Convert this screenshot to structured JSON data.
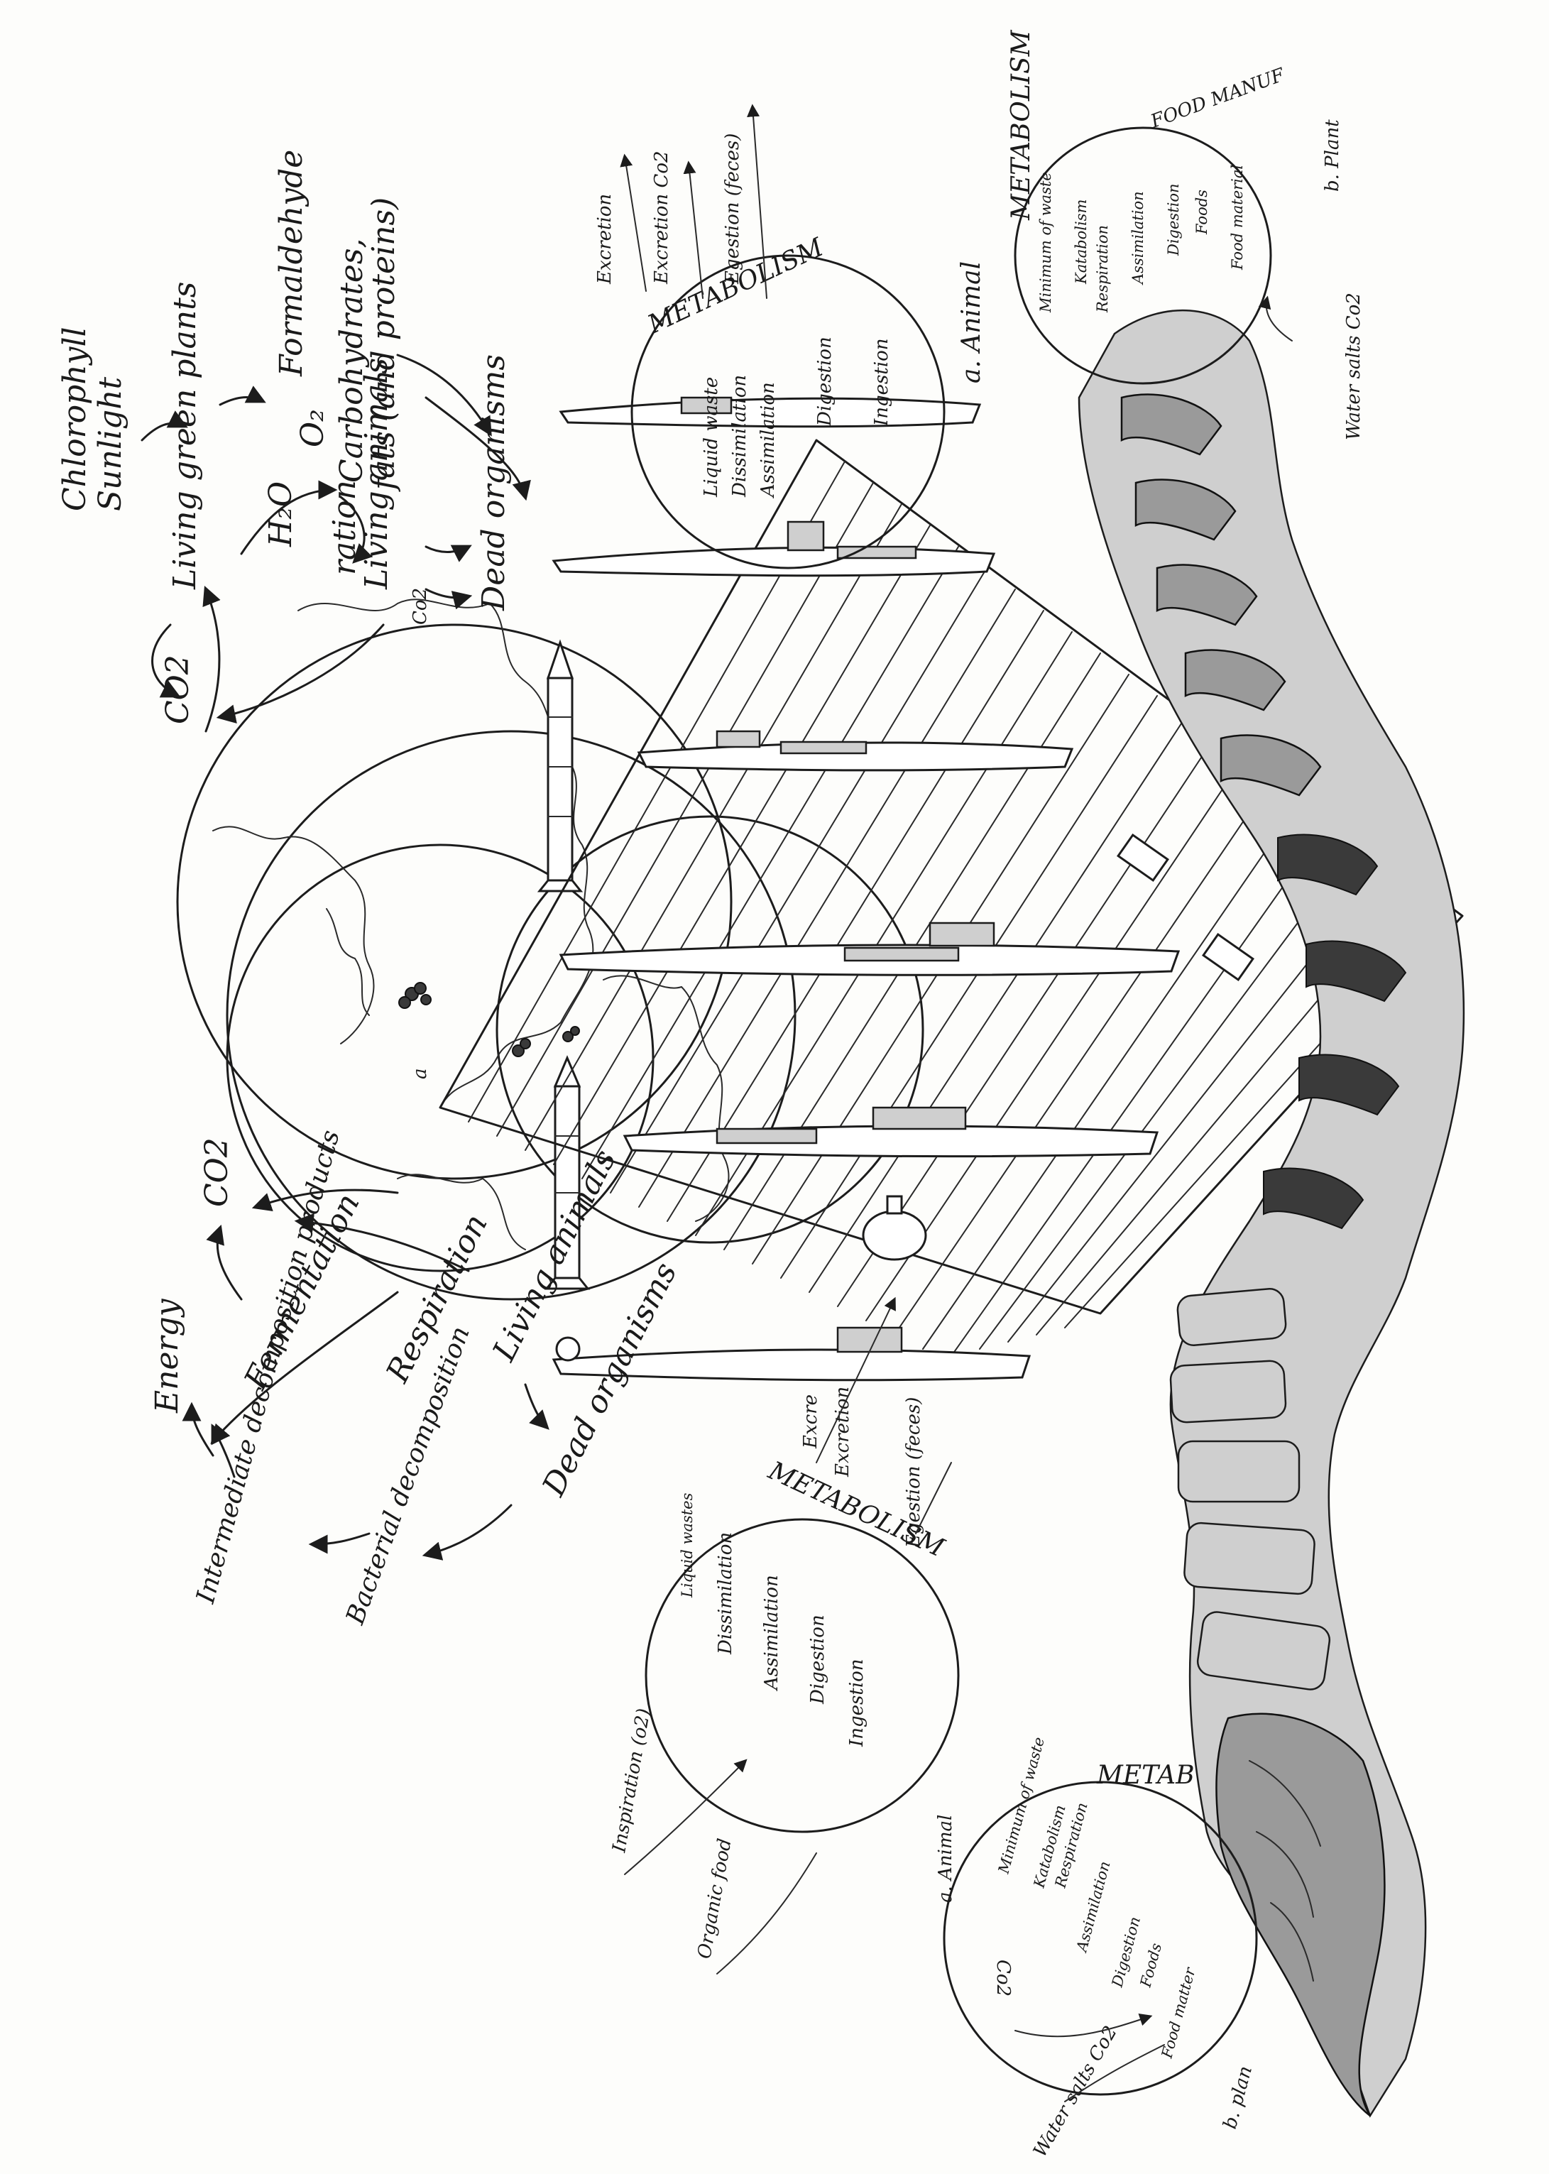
{
  "cycle_top": {
    "chlorophyll": "Chlorophyll",
    "sunlight": "Sunlight",
    "living_green_plants": "Living green plants",
    "h2o": "H₂O",
    "o2": "O₂",
    "formaldehyde": "Formaldehyde",
    "carbohydrates": "Carbohydrates,",
    "fats_proteins": "fats (and proteins)",
    "living_animals": "Living animals",
    "respiration_fragment": "ration",
    "dead_organisms": "Dead organisms",
    "co2": "CO2"
  },
  "cycle_bottom": {
    "co2": "CO2",
    "energy": "Energy",
    "fermentation": "Fermentation",
    "respiration": "Respiration",
    "living_animals": "Living animals",
    "dead_organisms": "Dead organisms",
    "intermediate": "Intermediate decomposition products",
    "bacterial": "Bacterial decomposition"
  },
  "animal_top": {
    "title": "METABOLISM",
    "caption": "a. Animal",
    "excretion": "Excretion",
    "excretion_co2": "Excretion Co2",
    "egestion": "Egestion (feces)",
    "liquid_waste": "Liquid waste",
    "dissimilation": "Dissimilation",
    "assimilation": "Assimilation",
    "digestion": "Digestion",
    "ingestion": "Ingestion"
  },
  "plant_top": {
    "title": "METABOLISM",
    "food_manuf": "FOOD MANUF",
    "caption": "b. Plant",
    "minimum_waste": "Minimum of waste",
    "katabolism": "Katabolism",
    "respiration": "Respiration",
    "assimilation": "Assimilation",
    "digestion": "Digestion",
    "foods": "Foods",
    "food_material": "Food material",
    "water_salts": "Water salts Co2"
  },
  "animal_bottom": {
    "title": "METABOLISM",
    "caption": "a. Animal",
    "excretion": "Excre",
    "excretion2": "Excretion",
    "egestion": "Egestion (feces)",
    "liquid_wastes": "Liquid wastes",
    "dissimilation": "Dissimilation",
    "assimilation": "Assimilation",
    "digestion": "Digestion",
    "ingestion": "Ingestion",
    "inspiration": "Inspiration (o2)",
    "organic_food": "Organic food"
  },
  "plant_bottom": {
    "title": "METAB",
    "caption": "b. plan",
    "minimum_waste": "Minimum of waste",
    "katabolism": "Katabolism",
    "respiration": "Respiration",
    "assimilation": "Assimilation",
    "digestion": "Digestion",
    "foods": "Foods",
    "food_matter": "Food matter",
    "co2": "Co2",
    "water_salts": "Water salts Co2"
  },
  "globe": {
    "label_a": "Co2",
    "label_b": "a"
  }
}
